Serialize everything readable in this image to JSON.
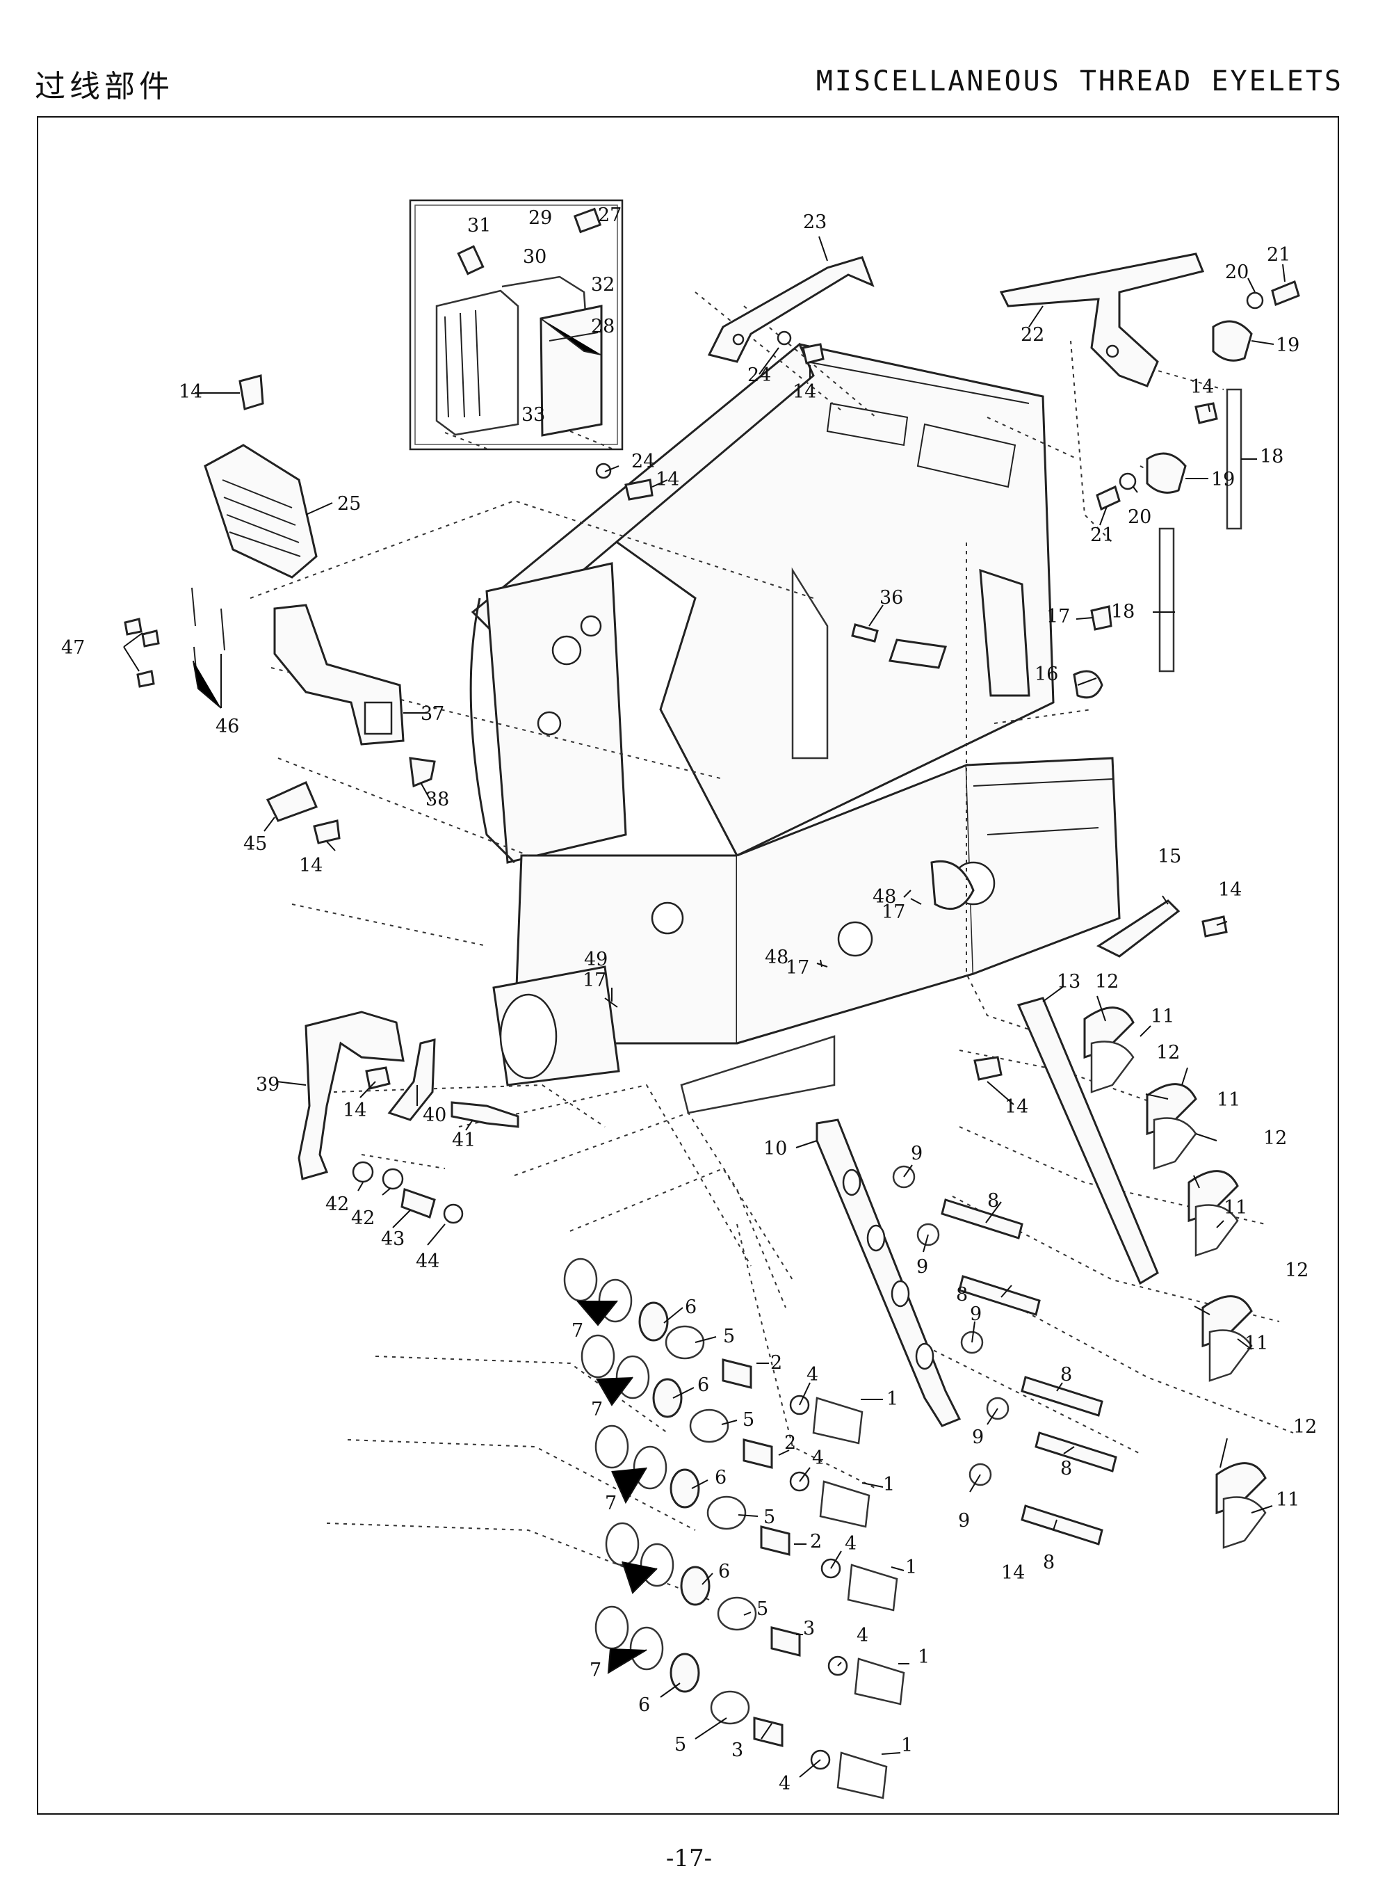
{
  "header": {
    "title_cn": "过线部件",
    "title_en": "MISCELLANEOUS THREAD EYELETS"
  },
  "page_number": "-17-",
  "callouts": [
    {
      "id": "c1",
      "label": "1"
    },
    {
      "id": "c2",
      "label": "1"
    },
    {
      "id": "c3",
      "label": "1"
    },
    {
      "id": "c4",
      "label": "1"
    },
    {
      "id": "c5",
      "label": "1"
    },
    {
      "id": "c6",
      "label": "2"
    },
    {
      "id": "c7",
      "label": "2"
    },
    {
      "id": "c8",
      "label": "2"
    },
    {
      "id": "c9",
      "label": "3"
    },
    {
      "id": "c10",
      "label": "3"
    },
    {
      "id": "c11",
      "label": "4"
    },
    {
      "id": "c12",
      "label": "4"
    },
    {
      "id": "c13",
      "label": "4"
    },
    {
      "id": "c14",
      "label": "4"
    },
    {
      "id": "c15",
      "label": "4"
    },
    {
      "id": "c16",
      "label": "5"
    },
    {
      "id": "c17",
      "label": "5"
    },
    {
      "id": "c18",
      "label": "5"
    },
    {
      "id": "c19",
      "label": "5"
    },
    {
      "id": "c20",
      "label": "5"
    },
    {
      "id": "c21",
      "label": "6"
    },
    {
      "id": "c22",
      "label": "6"
    },
    {
      "id": "c23",
      "label": "6"
    },
    {
      "id": "c24",
      "label": "6"
    },
    {
      "id": "c25",
      "label": "6"
    },
    {
      "id": "c26",
      "label": "7"
    },
    {
      "id": "c27",
      "label": "7"
    },
    {
      "id": "c28",
      "label": "7"
    },
    {
      "id": "c29",
      "label": "7"
    },
    {
      "id": "c30",
      "label": "8"
    },
    {
      "id": "c31",
      "label": "8"
    },
    {
      "id": "c32",
      "label": "8"
    },
    {
      "id": "c33",
      "label": "8"
    },
    {
      "id": "c34",
      "label": "8"
    },
    {
      "id": "c35",
      "label": "9"
    },
    {
      "id": "c36",
      "label": "9"
    },
    {
      "id": "c37",
      "label": "9"
    },
    {
      "id": "c38",
      "label": "9"
    },
    {
      "id": "c39",
      "label": "9"
    },
    {
      "id": "c40",
      "label": "10"
    },
    {
      "id": "c41",
      "label": "11"
    },
    {
      "id": "c42",
      "label": "11"
    },
    {
      "id": "c43",
      "label": "11"
    },
    {
      "id": "c44",
      "label": "11"
    },
    {
      "id": "c45",
      "label": "11"
    },
    {
      "id": "c46",
      "label": "12"
    },
    {
      "id": "c47",
      "label": "12"
    },
    {
      "id": "c48",
      "label": "12"
    },
    {
      "id": "c49",
      "label": "12"
    },
    {
      "id": "c50",
      "label": "12"
    },
    {
      "id": "c51",
      "label": "13"
    },
    {
      "id": "c52",
      "label": "14"
    },
    {
      "id": "c53",
      "label": "14"
    },
    {
      "id": "c54",
      "label": "14"
    },
    {
      "id": "c55",
      "label": "14"
    },
    {
      "id": "c56",
      "label": "14"
    },
    {
      "id": "c57",
      "label": "14"
    },
    {
      "id": "c58",
      "label": "14"
    },
    {
      "id": "c59",
      "label": "14"
    },
    {
      "id": "c60",
      "label": "14"
    },
    {
      "id": "c61",
      "label": "15"
    },
    {
      "id": "c62",
      "label": "16"
    },
    {
      "id": "c63",
      "label": "17"
    },
    {
      "id": "c64",
      "label": "17"
    },
    {
      "id": "c65",
      "label": "17"
    },
    {
      "id": "c66",
      "label": "17"
    },
    {
      "id": "c67",
      "label": "18"
    },
    {
      "id": "c68",
      "label": "18"
    },
    {
      "id": "c69",
      "label": "19"
    },
    {
      "id": "c70",
      "label": "19"
    },
    {
      "id": "c71",
      "label": "20"
    },
    {
      "id": "c72",
      "label": "20"
    },
    {
      "id": "c73",
      "label": "21"
    },
    {
      "id": "c74",
      "label": "21"
    },
    {
      "id": "c75",
      "label": "22"
    },
    {
      "id": "c76",
      "label": "23"
    },
    {
      "id": "c77",
      "label": "24"
    },
    {
      "id": "c78",
      "label": "24"
    },
    {
      "id": "c79",
      "label": "25"
    },
    {
      "id": "c80",
      "label": "27"
    },
    {
      "id": "c81",
      "label": "28"
    },
    {
      "id": "c82",
      "label": "29"
    },
    {
      "id": "c83",
      "label": "30"
    },
    {
      "id": "c84",
      "label": "31"
    },
    {
      "id": "c85",
      "label": "32"
    },
    {
      "id": "c86",
      "label": "33"
    },
    {
      "id": "c87",
      "label": "36"
    },
    {
      "id": "c88",
      "label": "37"
    },
    {
      "id": "c89",
      "label": "38"
    },
    {
      "id": "c90",
      "label": "39"
    },
    {
      "id": "c91",
      "label": "40"
    },
    {
      "id": "c92",
      "label": "41"
    },
    {
      "id": "c93",
      "label": "42"
    },
    {
      "id": "c94",
      "label": "42"
    },
    {
      "id": "c95",
      "label": "43"
    },
    {
      "id": "c96",
      "label": "44"
    },
    {
      "id": "c97",
      "label": "45"
    },
    {
      "id": "c98",
      "label": "46"
    },
    {
      "id": "c99",
      "label": "47"
    },
    {
      "id": "c100",
      "label": "48"
    },
    {
      "id": "c101",
      "label": "48"
    },
    {
      "id": "c102",
      "label": "49"
    }
  ]
}
